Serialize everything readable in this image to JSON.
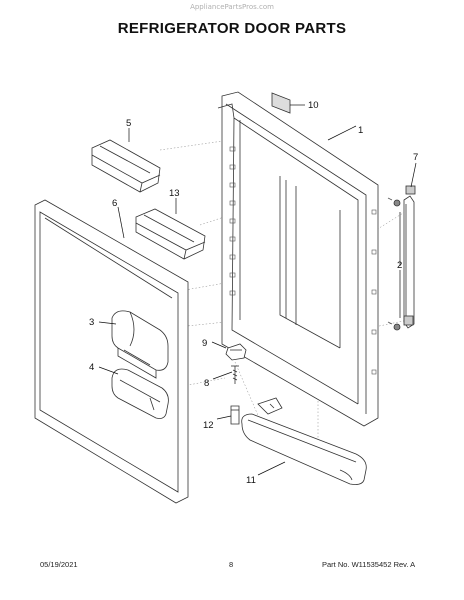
{
  "watermark": "AppliancePartsPros.com",
  "title": "REFRIGERATOR DOOR PARTS",
  "callouts": {
    "c1": "1",
    "c2": "2",
    "c3": "3",
    "c4": "4",
    "c5": "5",
    "c6": "6",
    "c7": "7",
    "c8": "8",
    "c9": "9",
    "c10": "10",
    "c11": "11",
    "c12": "12",
    "c13": "13"
  },
  "footer": {
    "date": "05/19/2021",
    "page": "8",
    "part": "Part No. W11535452  Rev. A"
  }
}
